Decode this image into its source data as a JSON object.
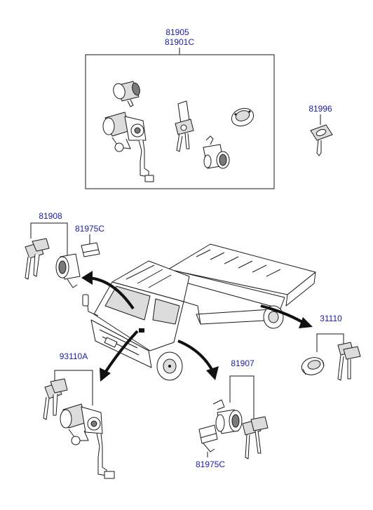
{
  "labels": {
    "kit_line1": "81905",
    "kit_line2": "81901C",
    "key_blank": "81996",
    "door_lock_left": "81908",
    "retainer_upper": "81975C",
    "fuel_cap": "31110",
    "ignition_lock": "93110A",
    "door_lock_right": "81907",
    "retainer_lower": "81975C"
  },
  "colors": {
    "label": "#1a1aa6",
    "line": "#1a1a1a"
  }
}
